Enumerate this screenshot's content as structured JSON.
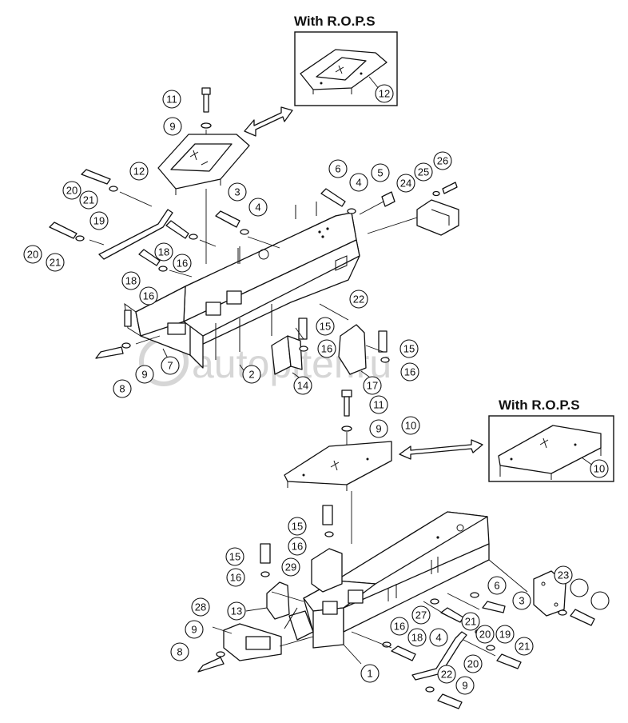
{
  "insets": [
    {
      "title": "With R.O.P.S",
      "part_label": "12"
    },
    {
      "title": "With R.O.P.S",
      "part_label": "10"
    }
  ],
  "watermark": "autopiter.ru",
  "callouts": [
    "11",
    "9",
    "12",
    "20",
    "21",
    "19",
    "20",
    "21",
    "3",
    "4",
    "6",
    "4",
    "5",
    "24",
    "25",
    "26",
    "18",
    "16",
    "18",
    "16",
    "22",
    "15",
    "16",
    "15",
    "16",
    "8",
    "9",
    "7",
    "2",
    "14",
    "17",
    "11",
    "9",
    "10",
    "15",
    "16",
    "15",
    "16",
    "29",
    "13",
    "28",
    "9",
    "8",
    "1",
    "16",
    "18",
    "27",
    "4",
    "6",
    "3",
    "21",
    "20",
    "19",
    "21",
    "20",
    "22",
    "9",
    "23"
  ]
}
